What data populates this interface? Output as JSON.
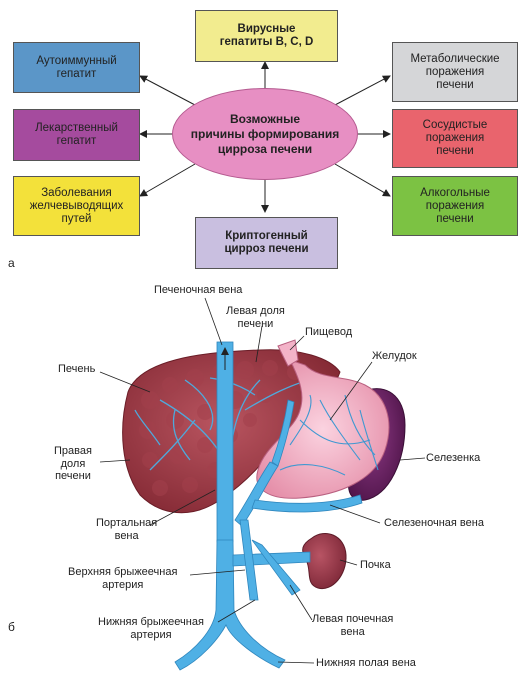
{
  "panel_a": {
    "letter": "а",
    "center": [
      "Возможные",
      "причины формирования",
      "цирроза печени"
    ],
    "causes": {
      "viral": [
        "Вирусные",
        "гепатиты B, C, D"
      ],
      "autoimmune": [
        "Аутоиммунный",
        "гепатит"
      ],
      "metabolic": [
        "Метаболические",
        "поражения",
        "печени"
      ],
      "drug": [
        "Лекарственный",
        "гепатит"
      ],
      "vascular": [
        "Сосудистые",
        "поражения",
        "печени"
      ],
      "biliary": [
        "Заболевания",
        "желчевыводящих",
        "путей"
      ],
      "alcoholic": [
        "Алкогольные",
        "поражения",
        "печени"
      ],
      "cryptogenic": [
        "Криптогенный",
        "цирроз печени"
      ]
    },
    "colors": {
      "viral": "#f2ec8f",
      "autoimmune": "#5b96c8",
      "metabolic": "#d5d6d8",
      "drug": "#a54b9e",
      "vascular": "#e9646d",
      "biliary": "#f3e13a",
      "alcoholic": "#7cc243",
      "cryptogenic": "#c9bfe0",
      "center": "#e78fc3"
    }
  },
  "panel_b": {
    "letter": "б",
    "labels": {
      "hepatic_vein": "Печеночная вена",
      "left_lobe": [
        "Левая доля",
        "печени"
      ],
      "esophagus": "Пищевод",
      "liver": "Печень",
      "stomach": "Желудок",
      "right_lobe": [
        "Правая",
        "доля",
        "печени"
      ],
      "spleen": "Селезенка",
      "portal_vein": [
        "Портальная",
        "вена"
      ],
      "splenic_vein": "Селезеночная вена",
      "superior_mesenteric": [
        "Верхняя брыжеечная",
        "артерия"
      ],
      "kidney": "Почка",
      "inferior_mesenteric": [
        "Нижняя брыжеечная",
        "артерия"
      ],
      "left_renal_vein": [
        "Левая почечная",
        "вена"
      ],
      "ivc": "Нижняя полая вена"
    }
  }
}
